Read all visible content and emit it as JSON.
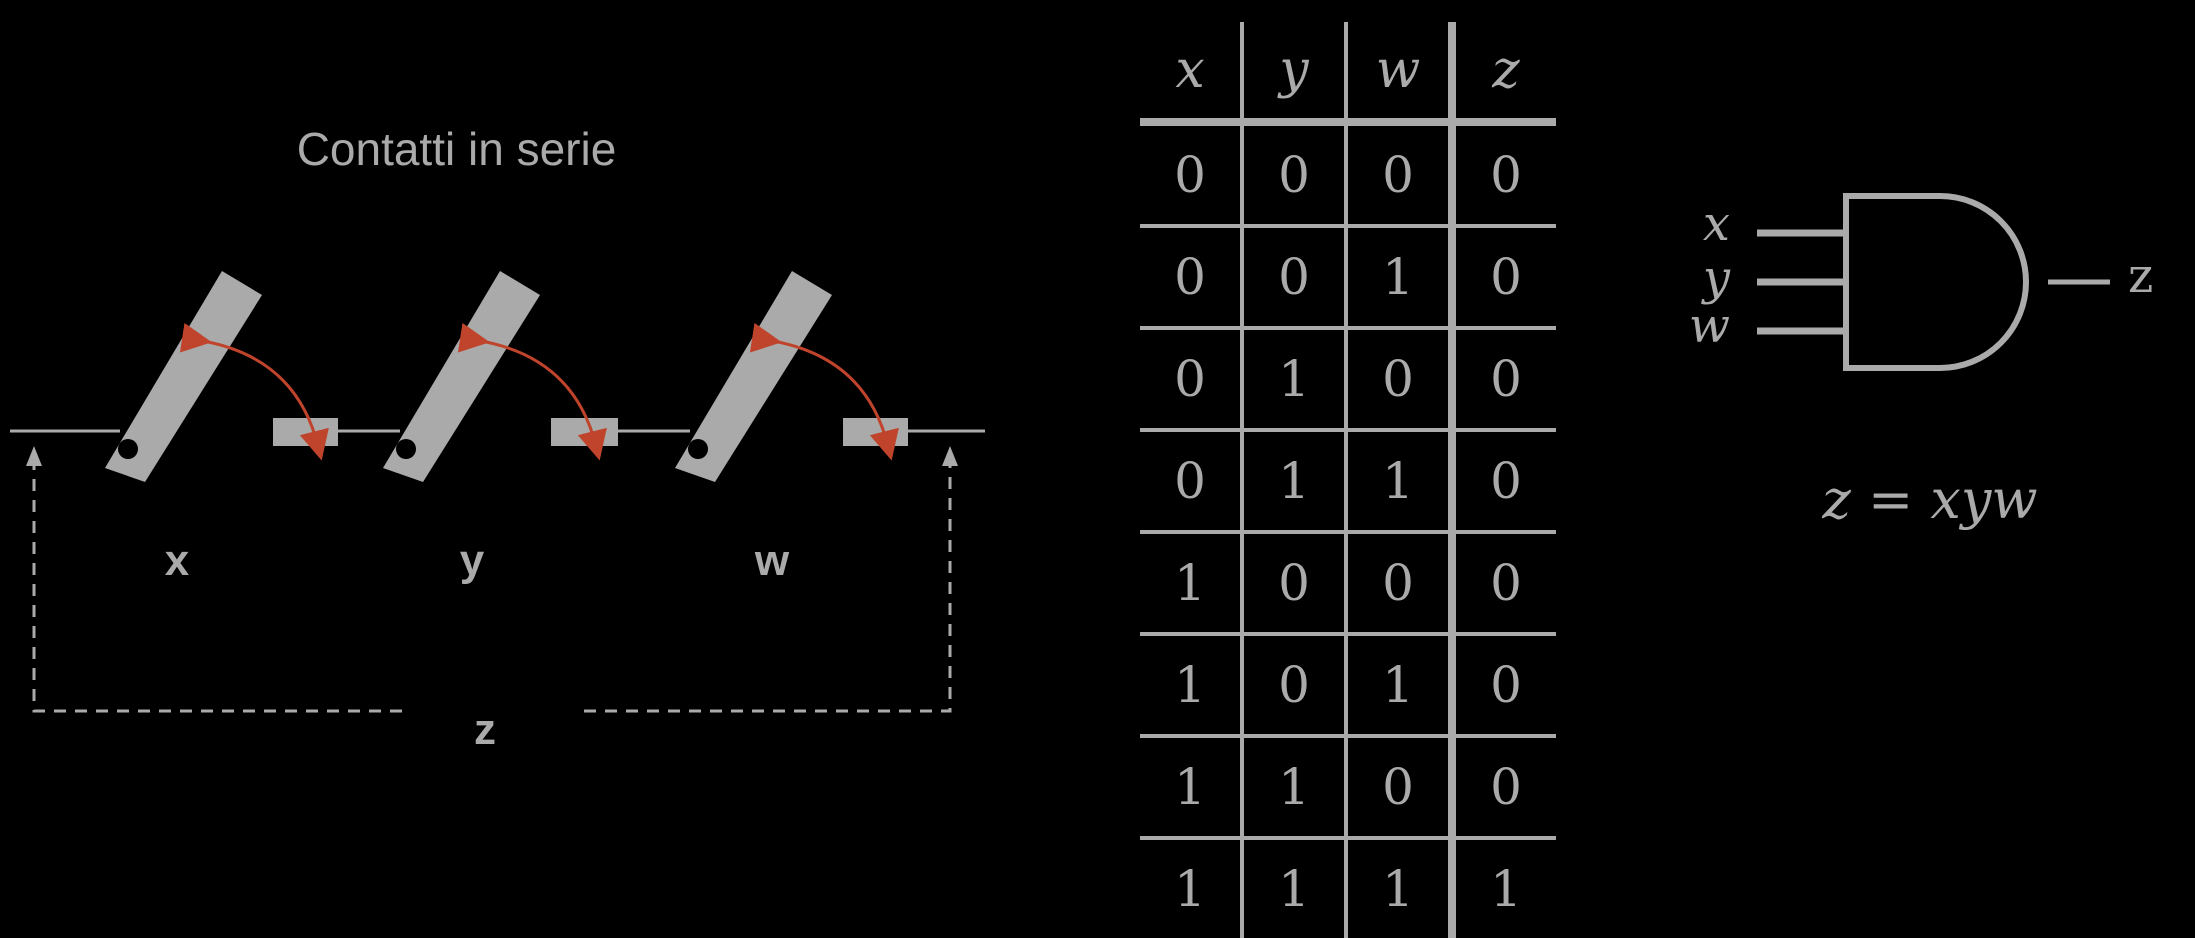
{
  "diagram": {
    "title": "Contatti in serie",
    "switches": [
      {
        "label": "x"
      },
      {
        "label": "y"
      },
      {
        "label": "w"
      }
    ],
    "output_label": "z",
    "colors": {
      "line": "#aaaaaa",
      "switch_fill": "#aaaaaa",
      "arrow": "#c0442c",
      "background": "#000000"
    }
  },
  "truth_table": {
    "headers": [
      "x",
      "y",
      "w",
      "z"
    ],
    "rows": [
      [
        "0",
        "0",
        "0",
        "0"
      ],
      [
        "0",
        "0",
        "1",
        "0"
      ],
      [
        "0",
        "1",
        "0",
        "0"
      ],
      [
        "0",
        "1",
        "1",
        "0"
      ],
      [
        "1",
        "0",
        "0",
        "0"
      ],
      [
        "1",
        "0",
        "1",
        "0"
      ],
      [
        "1",
        "1",
        "0",
        "0"
      ],
      [
        "1",
        "1",
        "1",
        "1"
      ]
    ]
  },
  "gate": {
    "type": "AND",
    "inputs": [
      "x",
      "y",
      "w"
    ],
    "output": "z",
    "equation": "z = xyw"
  }
}
